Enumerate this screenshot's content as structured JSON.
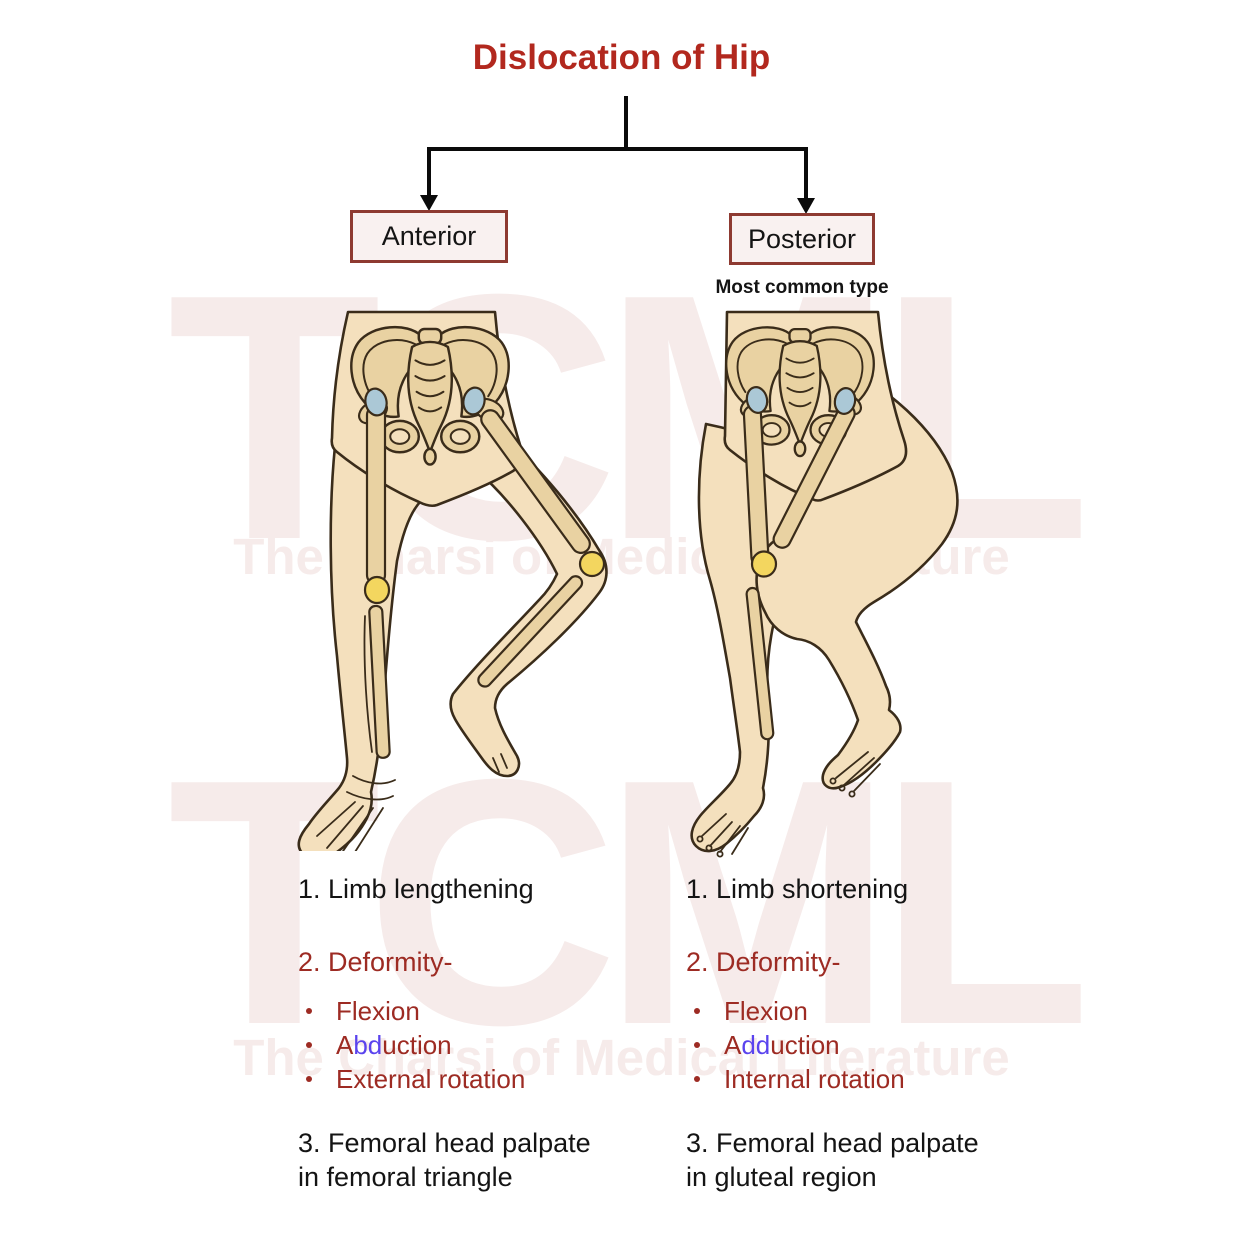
{
  "palette": {
    "page-bg": "#ffffff",
    "title-red": "#b2281e",
    "list-red": "#9d2b23",
    "accent-blue": "#5a43ee",
    "box-border": "#8e3a31",
    "box-fill": "#f9f1f0",
    "text-black": "#141414",
    "line-black": "#0a0a0a",
    "watermark-pink": "#f6ebea",
    "skin": "#f4e0bd",
    "bone": "#e9d2a2",
    "outline-brown": "#3a2c1a",
    "joint-blue": "#abc8d6",
    "patella-yellow": "#f3d65f"
  },
  "title": "Dislocation of Hip",
  "tree": {
    "left_label": "Anterior",
    "right_label": "Posterior",
    "right_note": "Most common type"
  },
  "watermark": {
    "big": "TCML",
    "line": "The Charsi of Medical Literature"
  },
  "columns": {
    "anterior": {
      "point1": "1. Limb lengthening",
      "point2": "2. Deformity-",
      "bullets": [
        {
          "pre": "Flexion",
          "mid": "",
          "post": ""
        },
        {
          "pre": "A",
          "mid": "bd",
          "post": "uction"
        },
        {
          "pre": "External rotation",
          "mid": "",
          "post": ""
        }
      ],
      "point3_line1": "3. Femoral head palpate",
      "point3_line2": "in femoral triangle"
    },
    "posterior": {
      "point1": "1. Limb shortening",
      "point2": "2. Deformity-",
      "bullets": [
        {
          "pre": "Flexion",
          "mid": "",
          "post": ""
        },
        {
          "pre": "A",
          "mid": "dd",
          "post": "uction"
        },
        {
          "pre": "Internal rotation",
          "mid": "",
          "post": ""
        }
      ],
      "point3_line1": "3. Femoral head palpate",
      "point3_line2": "in gluteal region"
    }
  }
}
